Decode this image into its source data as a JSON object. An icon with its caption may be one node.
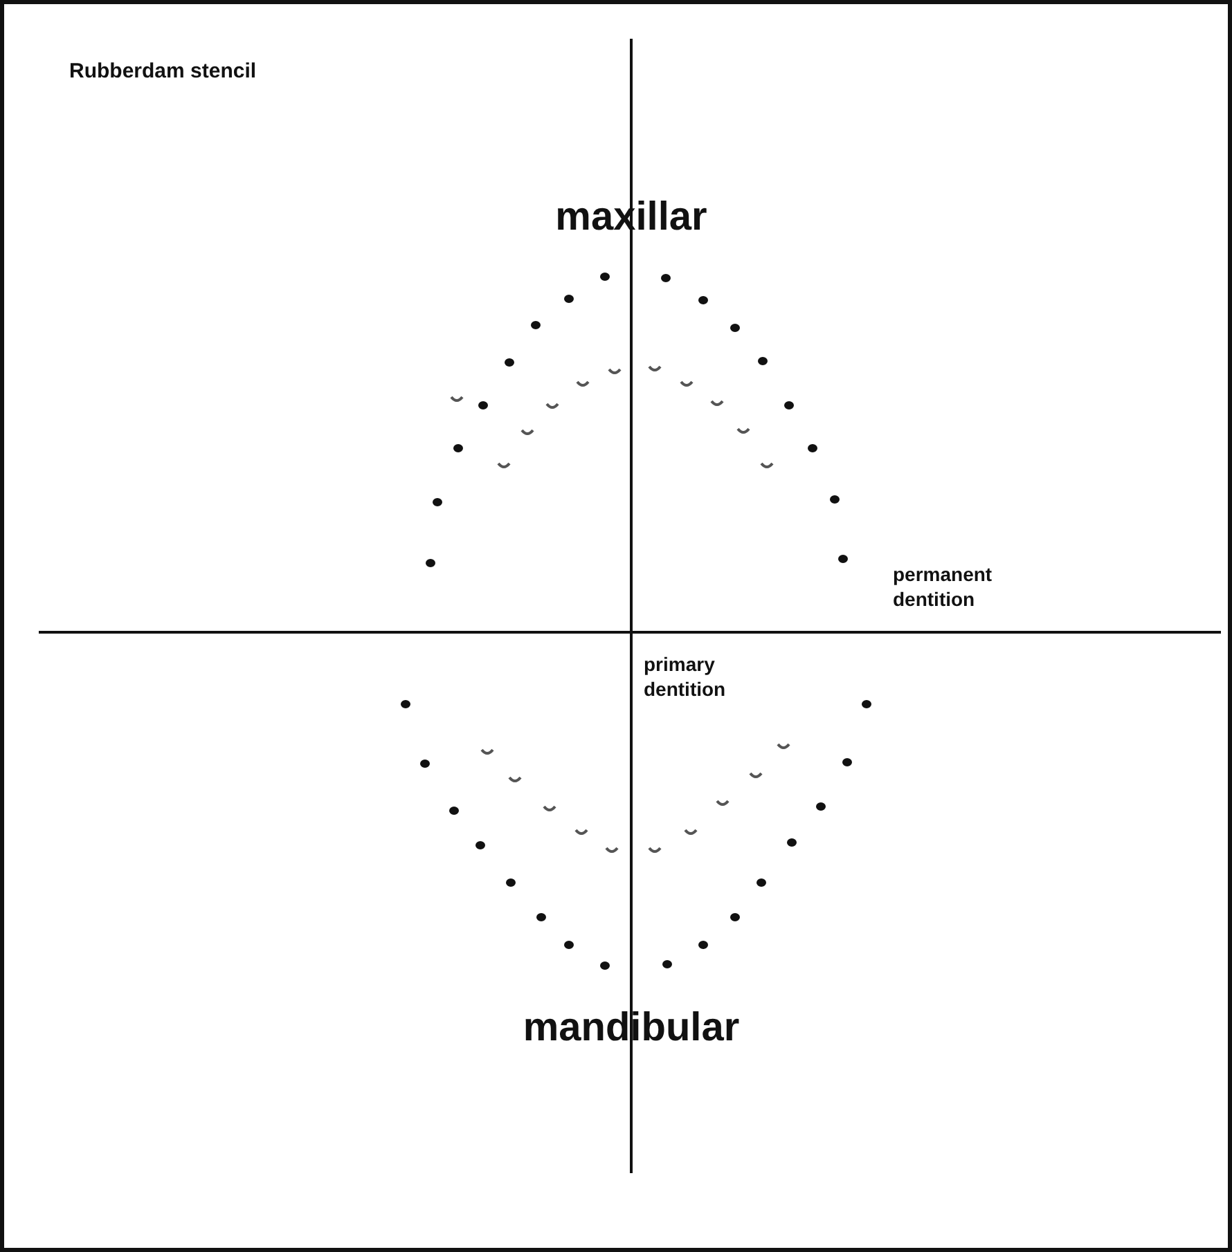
{
  "diagram": {
    "title": "Rubberdam stencil",
    "labels": [
      "maxillar",
      "permanent dentition",
      "primary dentition",
      "mandibular"
    ]
  }
}
